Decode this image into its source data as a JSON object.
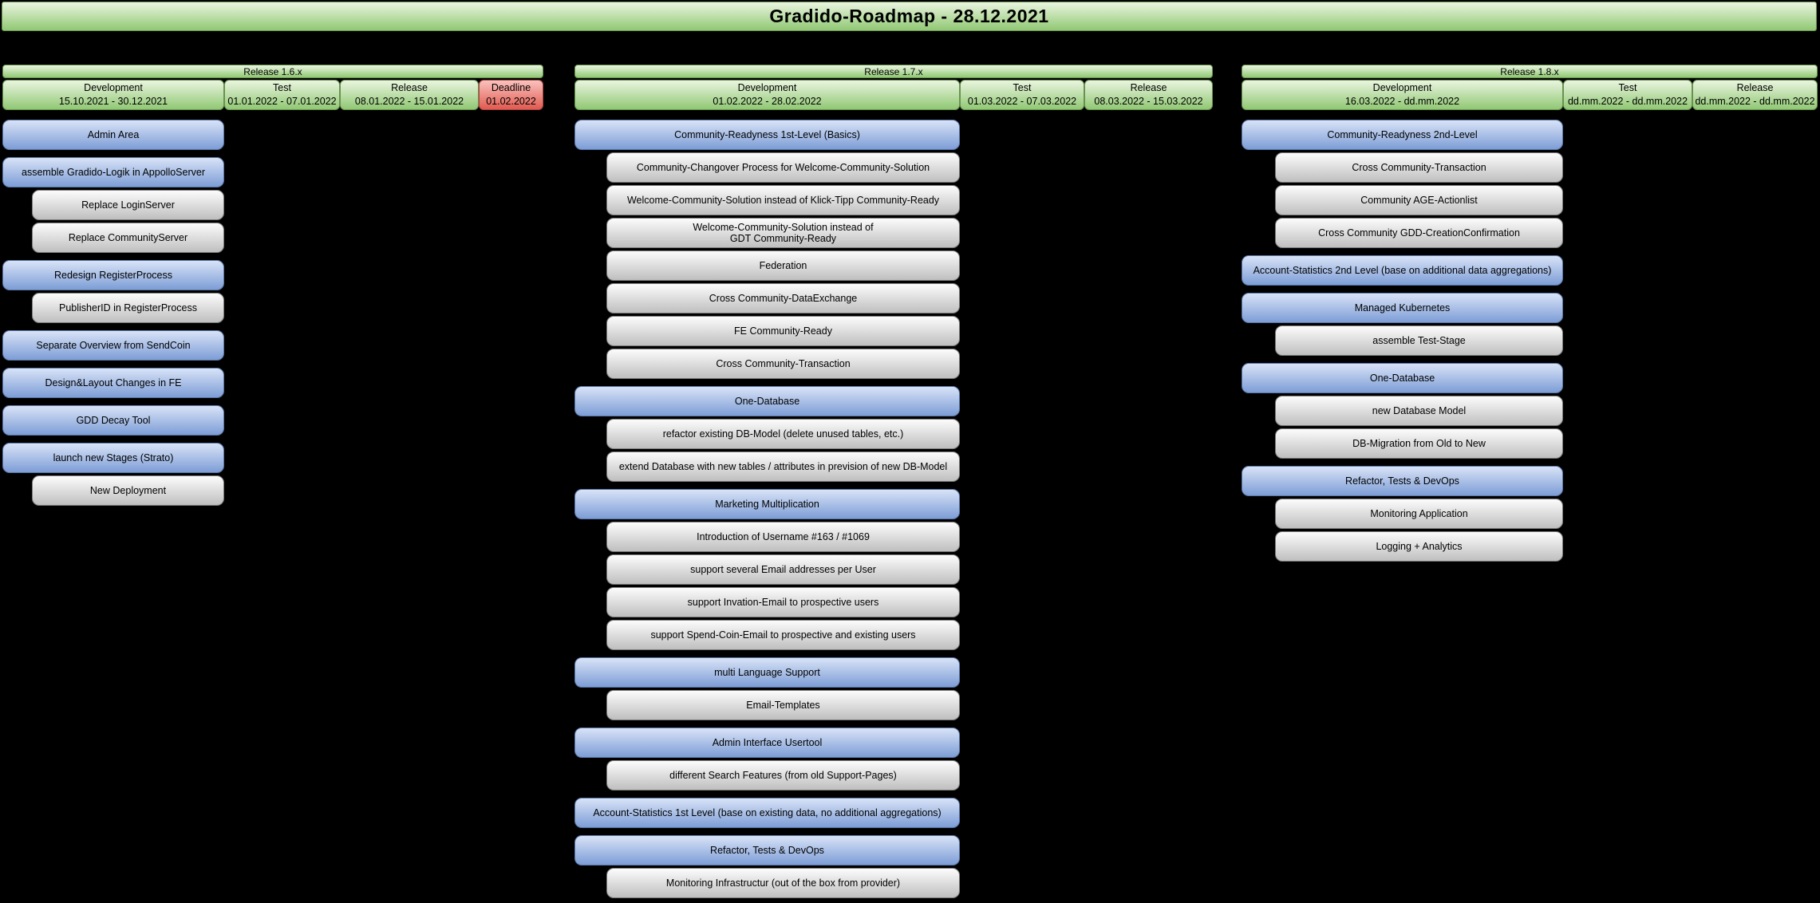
{
  "title": "Gradido-Roadmap - 28.12.2021",
  "colors": {
    "background": "#000000",
    "text": "#000000",
    "box-green-top": "#eaf5e0",
    "box-green-bottom": "#90c873",
    "box-green-border": "#68924e",
    "box-blue-top": "#d8e3f7",
    "box-blue-bottom": "#7d9dd6",
    "box-blue-border": "#5a77a8",
    "box-gray-top": "#fcfcfc",
    "box-gray-bottom": "#bfbfbf",
    "box-gray-border": "#7a7a7a",
    "box-red-top": "#f9c2be",
    "box-red-bottom": "#e25a50",
    "box-red-border": "#a84640"
  },
  "columns": [
    {
      "release": "Release 1.6.x",
      "phases": [
        {
          "name": "Development",
          "dates": "15.10.2021 - 30.12.2021"
        },
        {
          "name": "Test",
          "dates": "01.01.2022 - 07.01.2022"
        },
        {
          "name": "Release",
          "dates": "08.01.2022 - 15.01.2022"
        },
        {
          "name": "Deadline",
          "dates": "01.02.2022"
        }
      ],
      "groups": [
        {
          "parent": "Admin Area",
          "children": []
        },
        {
          "parent": "assemble Gradido-Logik in AppolloServer",
          "children": [
            "Replace LoginServer",
            "Replace CommunityServer"
          ]
        },
        {
          "parent": "Redesign RegisterProcess",
          "children": [
            "PublisherID in RegisterProcess"
          ]
        },
        {
          "parent": "Separate Overview from SendCoin",
          "children": []
        },
        {
          "parent": "Design&Layout Changes in FE",
          "children": []
        },
        {
          "parent": "GDD Decay Tool",
          "children": []
        },
        {
          "parent": "launch new Stages (Strato)",
          "children": [
            "New Deployment"
          ]
        }
      ]
    },
    {
      "release": "Release 1.7.x",
      "phases": [
        {
          "name": "Development",
          "dates": "01.02.2022 - 28.02.2022"
        },
        {
          "name": "Test",
          "dates": "01.03.2022 - 07.03.2022"
        },
        {
          "name": "Release",
          "dates": "08.03.2022 - 15.03.2022"
        }
      ],
      "groups": [
        {
          "parent": "Community-Readyness 1st-Level (Basics)",
          "children": [
            "Community-Changover Process for Welcome-Community-Solution",
            "Welcome-Community-Solution instead of Klick-Tipp Community-Ready",
            "Welcome-Community-Solution instead of\nGDT Community-Ready",
            "Federation",
            "Cross Community-DataExchange",
            "FE Community-Ready",
            "Cross Community-Transaction"
          ]
        },
        {
          "parent": "One-Database",
          "children": [
            "refactor existing DB-Model (delete unused tables, etc.)",
            "extend Database with new tables / attributes in prevision of new DB-Model"
          ]
        },
        {
          "parent": "Marketing Multiplication",
          "children": [
            "Introduction of Username #163 / #1069",
            "support several Email addresses per User",
            "support Invation-Email to prospective users",
            "support Spend-Coin-Email to prospective and existing users"
          ]
        },
        {
          "parent": "multi Language Support",
          "children": [
            "Email-Templates"
          ]
        },
        {
          "parent": "Admin Interface Usertool",
          "children": [
            "different Search Features (from old Support-Pages)"
          ]
        },
        {
          "parent": "Account-Statistics 1st Level (base on existing data, no additional aggregations)",
          "children": []
        },
        {
          "parent": "Refactor, Tests & DevOps",
          "children": [
            "Monitoring Infrastructur (out of the box from provider)"
          ]
        }
      ]
    },
    {
      "release": "Release 1.8.x",
      "phases": [
        {
          "name": "Development",
          "dates": "16.03.2022 - dd.mm.2022"
        },
        {
          "name": "Test",
          "dates": "dd.mm.2022 - dd.mm.2022"
        },
        {
          "name": "Release",
          "dates": "dd.mm.2022 - dd.mm.2022"
        }
      ],
      "groups": [
        {
          "parent": "Community-Readyness 2nd-Level",
          "children": [
            "Cross Community-Transaction",
            "Community AGE-Actionlist",
            "Cross Community GDD-CreationConfirmation"
          ]
        },
        {
          "parent": "Account-Statistics 2nd Level (base on additional data aggregations)",
          "children": []
        },
        {
          "parent": "Managed Kubernetes",
          "children": [
            "assemble Test-Stage"
          ]
        },
        {
          "parent": "One-Database",
          "children": [
            "new Database Model",
            "DB-Migration from Old to New"
          ]
        },
        {
          "parent": "Refactor, Tests & DevOps",
          "children": [
            "Monitoring Application",
            "Logging + Analytics"
          ]
        }
      ]
    }
  ]
}
